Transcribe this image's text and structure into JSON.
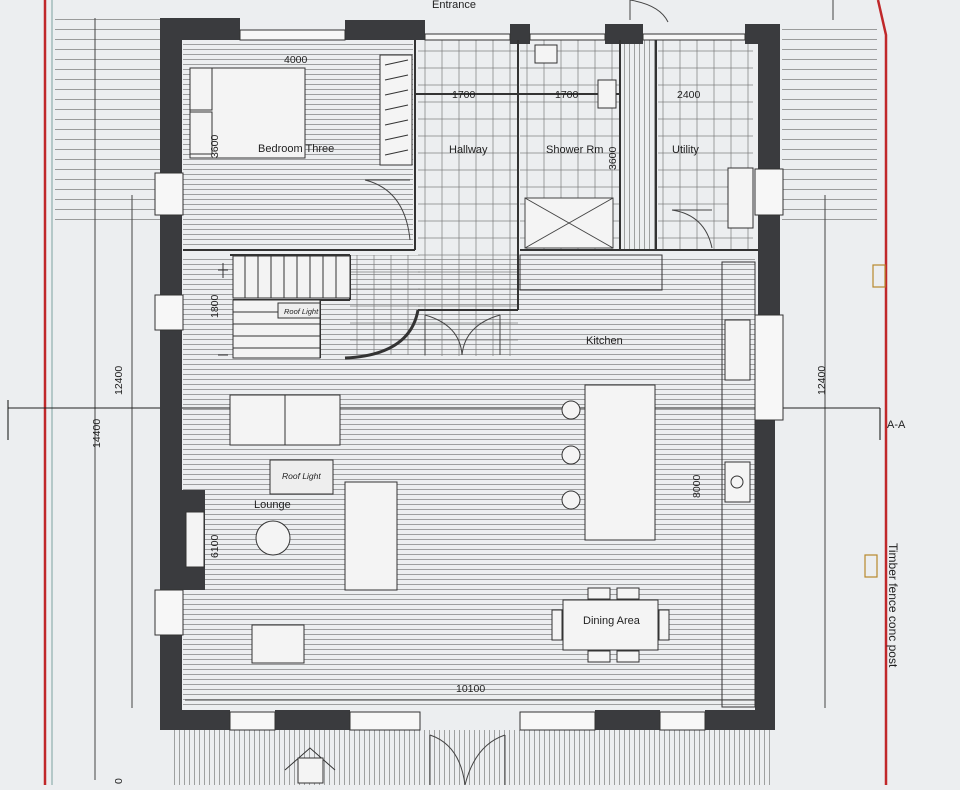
{
  "plan": {
    "entrance": "Entrance",
    "rooms": {
      "bedroom_three": "Bedroom Three",
      "hallway": "Hallway",
      "shower_rm": "Shower Rm",
      "utility": "Utility",
      "kitchen": "Kitchen",
      "lounge": "Lounge",
      "dining_area": "Dining Area",
      "roof_light_1": "Roof Light",
      "roof_light_2": "Roof Light"
    },
    "dimensions": {
      "d4000": "4000",
      "d1700a": "1700",
      "d1700b": "1700",
      "d2400": "2400",
      "d3600a": "3600",
      "d3600b": "3600",
      "d1800": "1800",
      "d12400a": "12400",
      "d12400b": "12400",
      "d14400": "14400",
      "d8000": "8000",
      "d6100": "6100",
      "d10100": "10100",
      "d0": "0"
    },
    "section_marker": "A-A",
    "fence_note": "Timber fence conc post",
    "colors": {
      "boundary": "#c0282a",
      "wall": "#3a3b3e",
      "paper": "#eceef0"
    }
  }
}
